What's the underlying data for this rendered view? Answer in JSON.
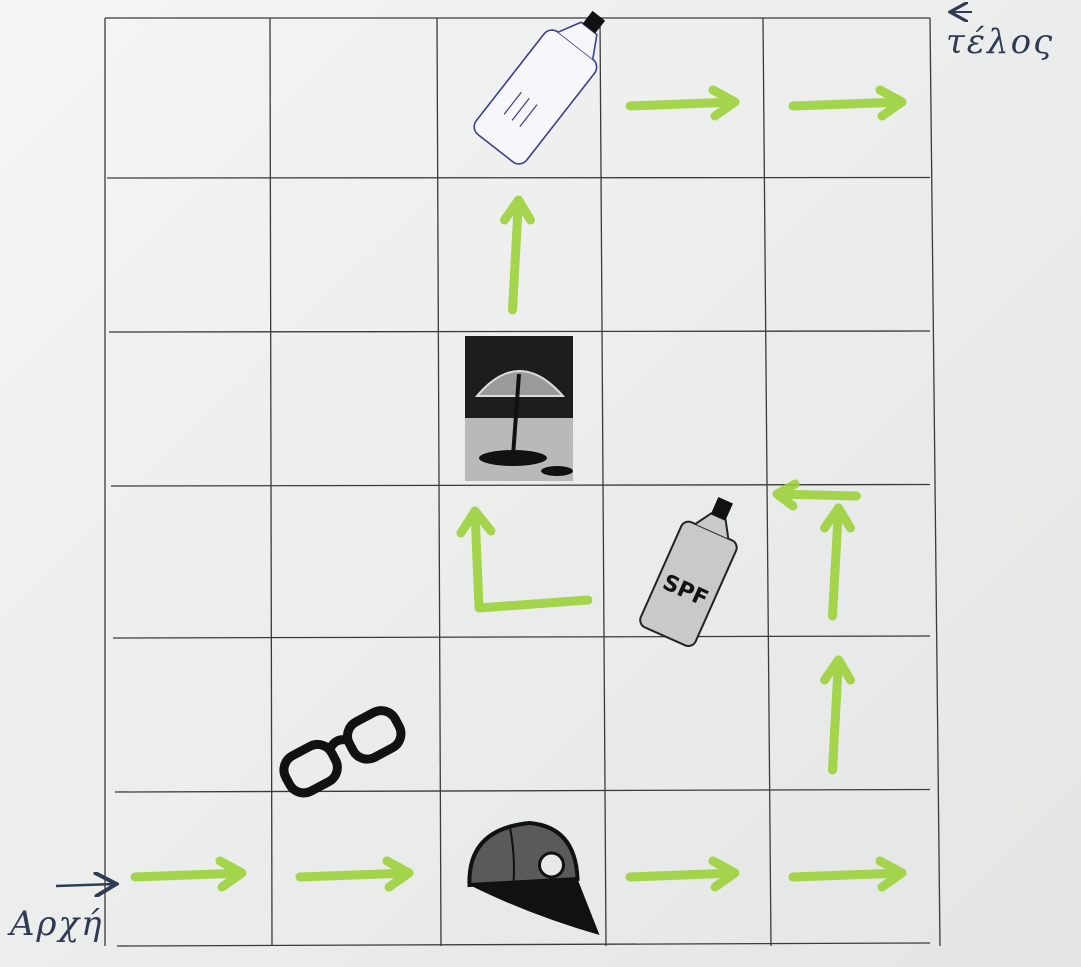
{
  "labels": {
    "start": "Αρχή",
    "end": "τέλος"
  },
  "grid": {
    "rows": 6,
    "cols": 5
  },
  "items": [
    {
      "name": "water-bottle",
      "row": 0,
      "col": 2
    },
    {
      "name": "beach-umbrella",
      "row": 2,
      "col": 2
    },
    {
      "name": "sunscreen-bottle",
      "row": 3,
      "col": 3,
      "text": "SPF"
    },
    {
      "name": "sunglasses",
      "row": 4,
      "col": 1
    },
    {
      "name": "baseball-cap",
      "row": 5,
      "col": 2
    }
  ],
  "path_arrows": [
    {
      "row": 5,
      "col": 0,
      "direction": "right"
    },
    {
      "row": 5,
      "col": 1,
      "direction": "right"
    },
    {
      "row": 5,
      "col": 3,
      "direction": "right"
    },
    {
      "row": 5,
      "col": 4,
      "direction": "right"
    },
    {
      "row": 4,
      "col": 4,
      "direction": "up"
    },
    {
      "row": 3,
      "col": 4,
      "direction": "up"
    },
    {
      "row": 3,
      "col": 4,
      "direction": "left"
    },
    {
      "row": 3,
      "col": 2,
      "direction": "left-up"
    },
    {
      "row": 1,
      "col": 2,
      "direction": "up"
    },
    {
      "row": 0,
      "col": 3,
      "direction": "right"
    },
    {
      "row": 0,
      "col": 4,
      "direction": "right"
    }
  ],
  "colors": {
    "grid_line": "#3a3a3a",
    "arrow": "#9bd13a",
    "ink": "#2f3a55"
  }
}
